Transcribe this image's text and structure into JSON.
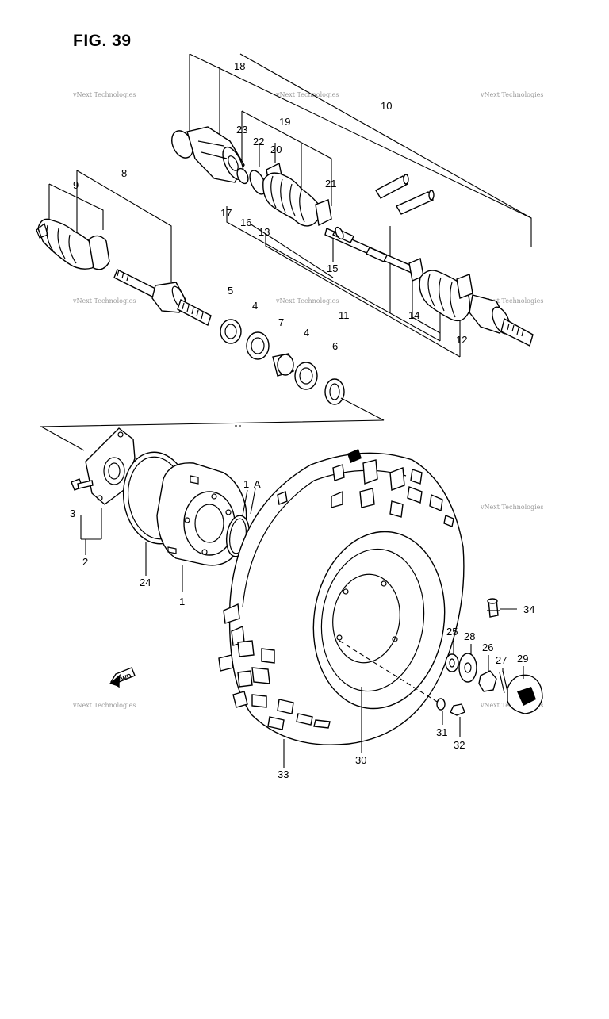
{
  "figure": {
    "title": "FIG. 39"
  },
  "direction_indicator": {
    "label": "FWD"
  },
  "watermarks": [
    "vNext Technologies",
    "vNext Technologies",
    "vNext Technologies",
    "vNext Technologies",
    "vNext Technologies",
    "vNext Technologies",
    "vNext Technologies"
  ],
  "callouts": [
    {
      "id": "c18",
      "text": "18"
    },
    {
      "id": "c19",
      "text": "19"
    },
    {
      "id": "c10",
      "text": "10"
    },
    {
      "id": "c23",
      "text": "23"
    },
    {
      "id": "c22",
      "text": "22"
    },
    {
      "id": "c20",
      "text": "20"
    },
    {
      "id": "c21",
      "text": "21"
    },
    {
      "id": "c8",
      "text": "8"
    },
    {
      "id": "c9",
      "text": "9"
    },
    {
      "id": "c17",
      "text": "17"
    },
    {
      "id": "c16",
      "text": "16"
    },
    {
      "id": "c13",
      "text": "13"
    },
    {
      "id": "c15",
      "text": "15"
    },
    {
      "id": "c5",
      "text": "5"
    },
    {
      "id": "c4a",
      "text": "4"
    },
    {
      "id": "c7",
      "text": "7"
    },
    {
      "id": "c4b",
      "text": "4"
    },
    {
      "id": "c6",
      "text": "6"
    },
    {
      "id": "c11",
      "text": "11"
    },
    {
      "id": "c14",
      "text": "14"
    },
    {
      "id": "c12",
      "text": "12"
    },
    {
      "id": "c1a",
      "text": "1"
    },
    {
      "id": "cA",
      "text": "A"
    },
    {
      "id": "c3",
      "text": "3"
    },
    {
      "id": "c2",
      "text": "2"
    },
    {
      "id": "c24",
      "text": "24"
    },
    {
      "id": "c1b",
      "text": "1"
    },
    {
      "id": "c34",
      "text": "34"
    },
    {
      "id": "c25",
      "text": "25"
    },
    {
      "id": "c28",
      "text": "28"
    },
    {
      "id": "c26",
      "text": "26"
    },
    {
      "id": "c27",
      "text": "27"
    },
    {
      "id": "c29",
      "text": "29"
    },
    {
      "id": "c31",
      "text": "31"
    },
    {
      "id": "c32",
      "text": "32"
    },
    {
      "id": "c30",
      "text": "30"
    },
    {
      "id": "c33",
      "text": "33"
    }
  ]
}
